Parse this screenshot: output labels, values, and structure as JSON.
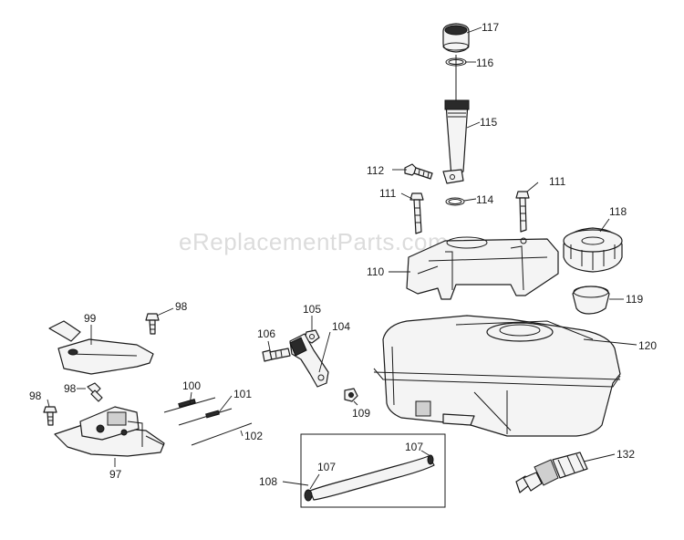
{
  "watermark": "eReplacementParts.com",
  "callouts": {
    "c117": "117",
    "c116": "116",
    "c115": "115",
    "c112": "112",
    "c111a": "111",
    "c114": "114",
    "c111b": "111",
    "c118": "118",
    "c110": "110",
    "c119": "119",
    "c98a": "98",
    "c99": "99",
    "c105": "105",
    "c104": "104",
    "c106": "106",
    "c120": "120",
    "c98b": "98",
    "c100": "100",
    "c101": "101",
    "c98c": "98",
    "c109": "109",
    "c102": "102",
    "c97": "97",
    "c107a": "107",
    "c132": "132",
    "c108": "108",
    "c107b": "107"
  }
}
